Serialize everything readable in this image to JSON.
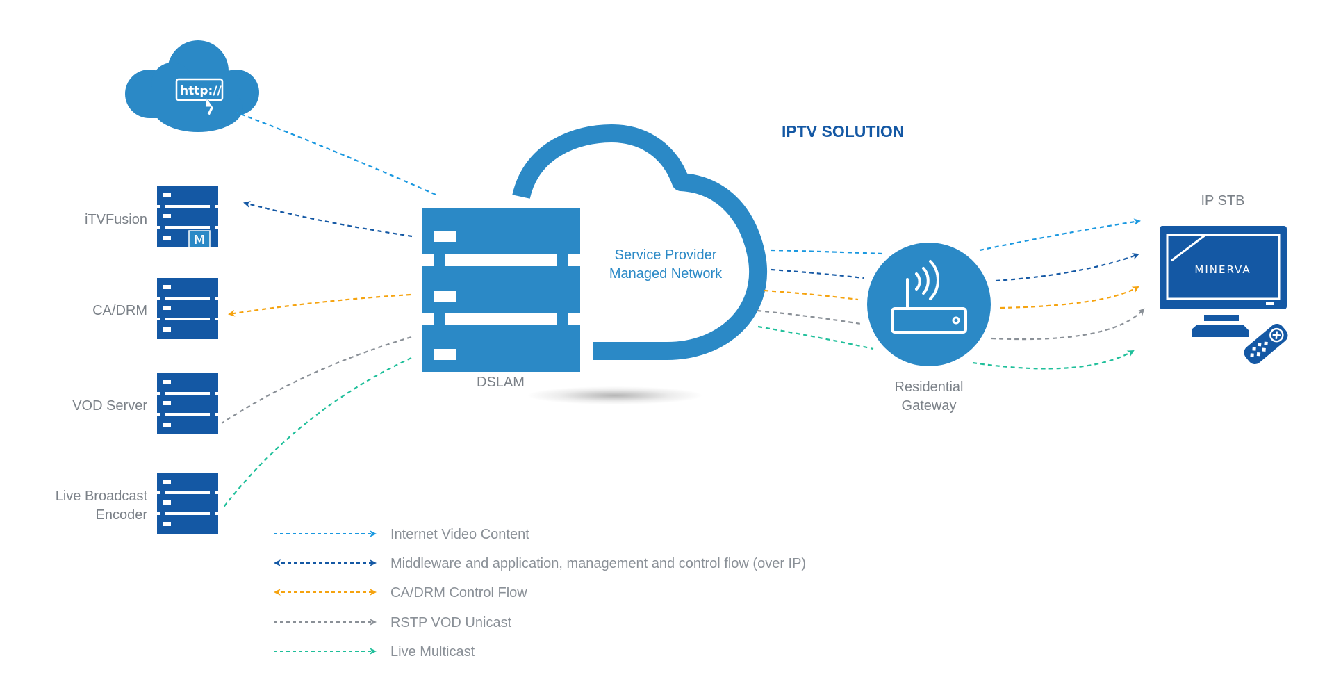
{
  "title": "IPTV SOLUTION",
  "colors": {
    "server_dark": "#1458a4",
    "primary_blue": "#2b89c6",
    "internet": "#1a98e0",
    "middleware": "#1458a4",
    "cadrm": "#f5a30f",
    "vod": "#8a9097",
    "multicast": "#1fbf9a",
    "label_gray": "#7b8188"
  },
  "internet_cloud": {
    "icon": "http-cloud-icon",
    "url_text": "http://"
  },
  "servers": [
    {
      "label_lines": [
        "iTVFusion"
      ],
      "badge": "M"
    },
    {
      "label_lines": [
        "CA/DRM"
      ]
    },
    {
      "label_lines": [
        "VOD Server"
      ]
    },
    {
      "label_lines": [
        "Live Broadcast",
        "Encoder"
      ]
    }
  ],
  "dslam": {
    "label": "DSLAM"
  },
  "network": {
    "line1": "Service Provider",
    "line2": "Managed Network"
  },
  "gateway": {
    "line1": "Residential",
    "line2": "Gateway"
  },
  "stb": {
    "label": "IP STB",
    "brand": "MINERVA"
  },
  "legend": [
    {
      "key": "internet",
      "label": "Internet Video Content",
      "bidirectional": false
    },
    {
      "key": "middleware",
      "label": "Middleware and application, management and control flow (over IP)",
      "bidirectional": true
    },
    {
      "key": "cadrm",
      "label": "CA/DRM Control Flow",
      "bidirectional": true
    },
    {
      "key": "vod",
      "label": "RSTP VOD Unicast",
      "bidirectional": false
    },
    {
      "key": "multicast",
      "label": "Live Multicast",
      "bidirectional": false
    }
  ]
}
